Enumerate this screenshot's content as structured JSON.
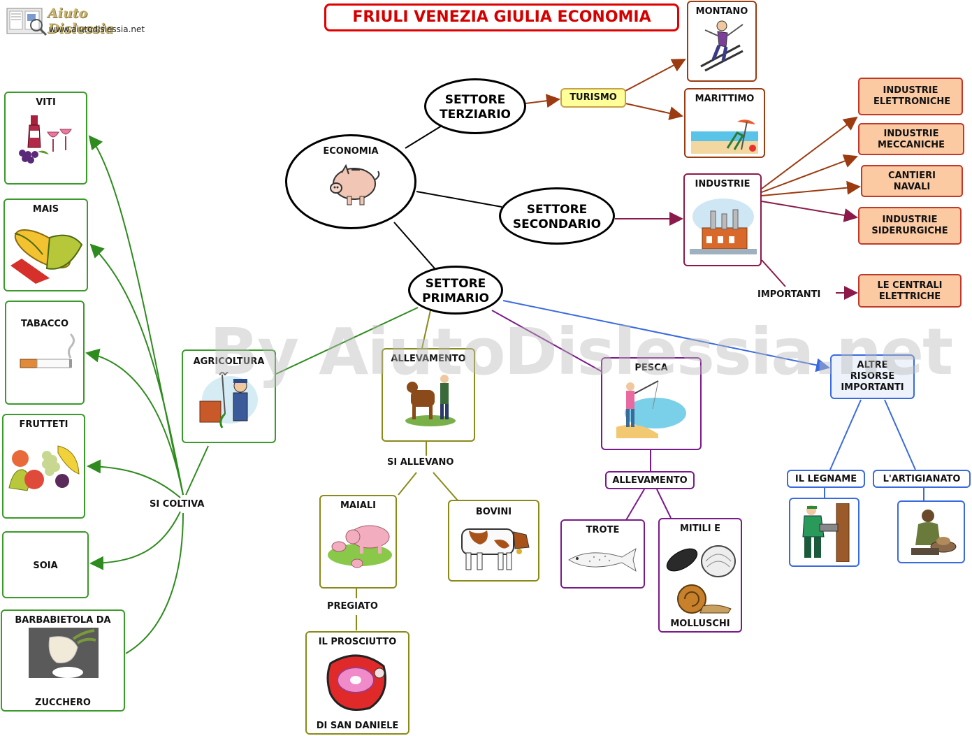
{
  "header": {
    "logo_text": "Aiuto Dislessia",
    "logo_url": "www.aiutodislessia.net",
    "title": "FRIULI VENEZIA GIULIA ECONOMIA"
  },
  "watermark": "By AiutoDislessia.net",
  "nodes": {
    "economia": "ECONOMIA",
    "terziario": "SETTORE TERZIARIO",
    "secondario": "SETTORE SECONDARIO",
    "primario": "SETTORE PRIMARIO",
    "turismo": "TURISMO",
    "montano": "MONTANO",
    "marittimo": "MARITTIMO",
    "industrie": "INDUSTRIE",
    "ind_elettroniche": "INDUSTRIE ELETTRONICHE",
    "ind_meccaniche": "INDUSTRIE MECCANICHE",
    "cantieri_navali": "CANTIERI NAVALI",
    "ind_siderurgiche": "INDUSTRIE SIDERURGICHE",
    "importanti": "IMPORTANTI",
    "centrali": "LE CENTRALI ELETTRICHE",
    "agricoltura": "AGRICOLTURA",
    "si_coltiva": "SI COLTIVA",
    "viti": "VITI",
    "mais": "MAIS",
    "tabacco": "TABACCO",
    "frutteti": "FRUTTETI",
    "soia": "SOIA",
    "barbabietola": "BARBABIETOLA DA",
    "zucchero": "ZUCCHERO",
    "allevamento": "ALLEVAMENTO",
    "si_allevano": "SI ALLEVANO",
    "maiali": "MAIALI",
    "bovini": "BOVINI",
    "pregiato": "PREGIATO",
    "prosciutto": "IL PROSCIUTTO",
    "san_daniele": "DI SAN DANIELE",
    "pesca": "PESCA",
    "allevamento2": "ALLEVAMENTO",
    "trote": "TROTE",
    "mitili": "MITILI E",
    "molluschi": "MOLLUSCHI",
    "altre_risorse": "ALTRE RISORSE IMPORTANTI",
    "legname": "IL LEGNAME",
    "artigianato": "L'ARTIGIANATO"
  },
  "colors": {
    "terziario": "#9c3a10",
    "secondario": "#8b1a4a",
    "agricoltura": "#2e8b1e",
    "allevamento": "#8a8a1a",
    "pesca": "#7a1a8a",
    "altre": "#3a6ae0",
    "black": "#000000"
  }
}
